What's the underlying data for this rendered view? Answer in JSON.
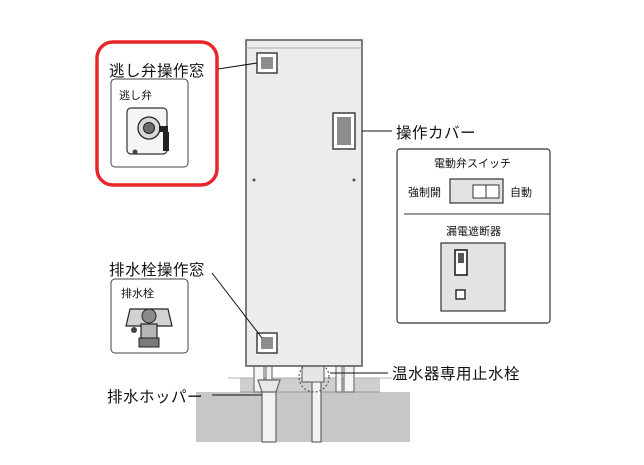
{
  "callouts": {
    "relief_valve_window": "逃し弁操作窓",
    "relief_valve": "逃し弁",
    "operation_cover": "操作カバー",
    "drain_plug_window": "排水栓操作窓",
    "drain_plug": "排水栓",
    "drain_hopper": "排水ホッパー",
    "water_heater_stop_valve": "温水器専用止水栓"
  },
  "control_panel": {
    "valve_switch_title": "電動弁スイッチ",
    "forced_open": "強制開",
    "auto": "自動",
    "breaker_title": "漏電遮断器"
  },
  "colors": {
    "highlight": "#e8262a",
    "unit_body": "#ececec",
    "window_fill": "#8c8c8c",
    "ground": "#c7c7c7",
    "panel_fill": "#e3e3e3"
  }
}
